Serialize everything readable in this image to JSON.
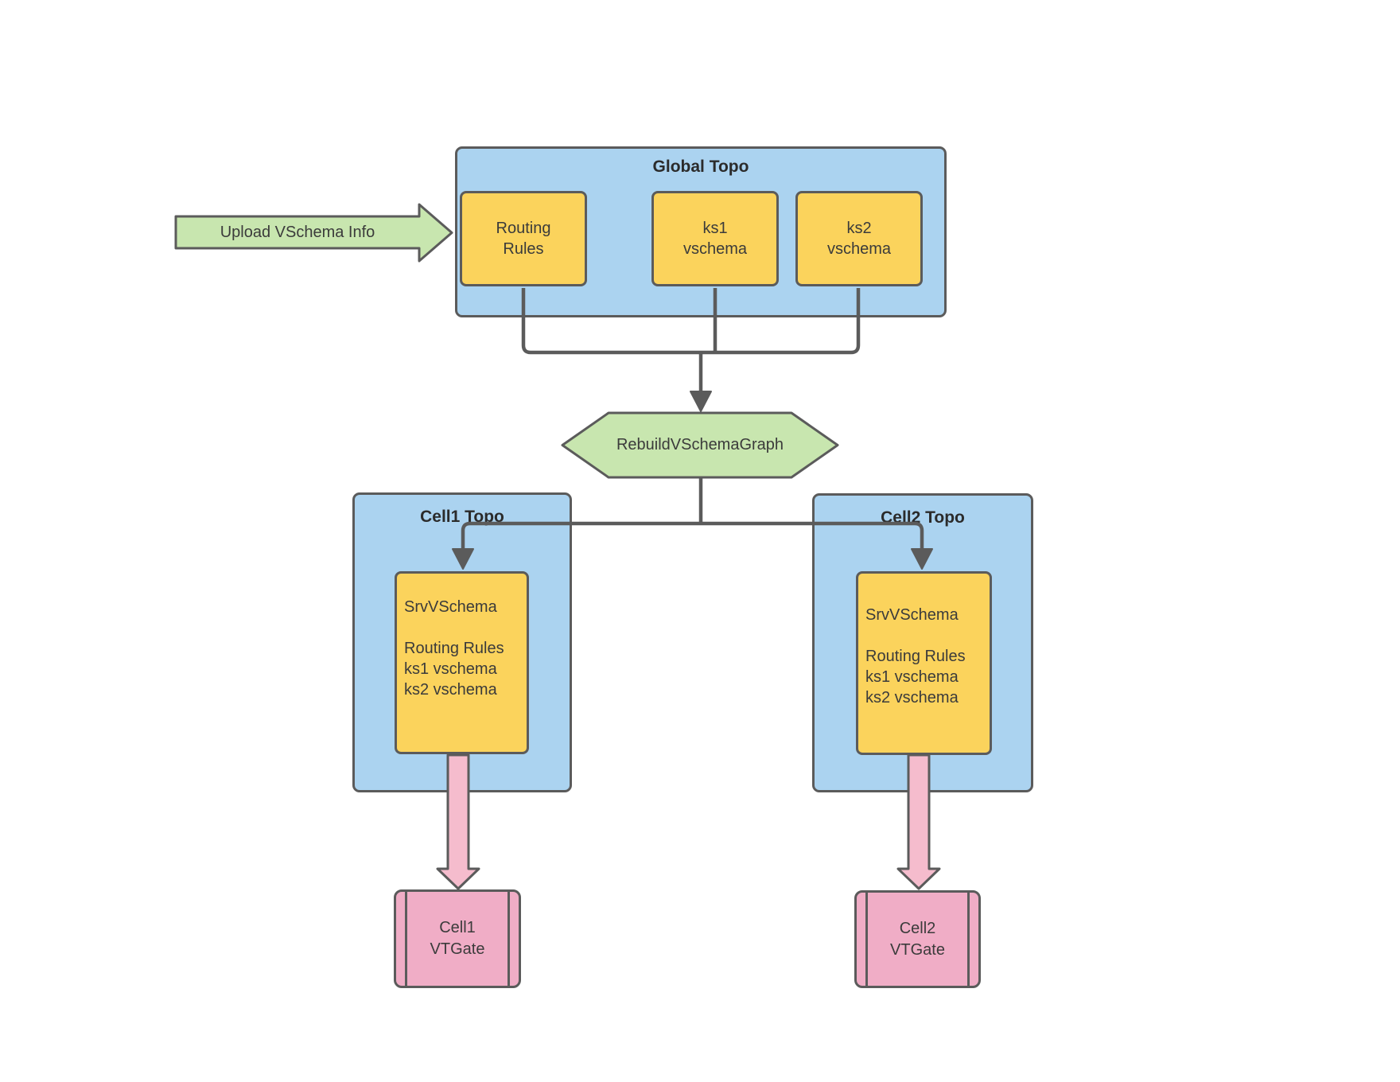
{
  "diagram": {
    "upload_arrow": {
      "label": "Upload VSchema Info"
    },
    "global_topo": {
      "title": "Global Topo",
      "nodes": [
        {
          "id": "routing-rules",
          "label": "Routing\nRules"
        },
        {
          "id": "ks1-vschema",
          "label": "ks1\nvschema"
        },
        {
          "id": "ks2-vschema",
          "label": "ks2\nvschema"
        }
      ]
    },
    "rebuild": {
      "label": "RebuildVSchemaGraph"
    },
    "cells": [
      {
        "title": "Cell1 Topo",
        "srvvschema": "SrvVSchema\n\nRouting Rules\nks1 vschema\nks2 vschema",
        "vtgate": "Cell1\nVTGate"
      },
      {
        "title": "Cell2 Topo",
        "srvvschema": "SrvVSchema\n\nRouting Rules\nks1 vschema\nks2 vschema",
        "vtgate": "Cell2\nVTGate"
      }
    ],
    "colors": {
      "container_fill": "#abd3f0",
      "node_fill": "#fbd35c",
      "accent_green": "#c8e6af",
      "arrow_pink": "#f5bccd",
      "vtgate_pink": "#f0adc6",
      "stroke": "#5b5b5b",
      "text": "#3b3b3b"
    }
  }
}
